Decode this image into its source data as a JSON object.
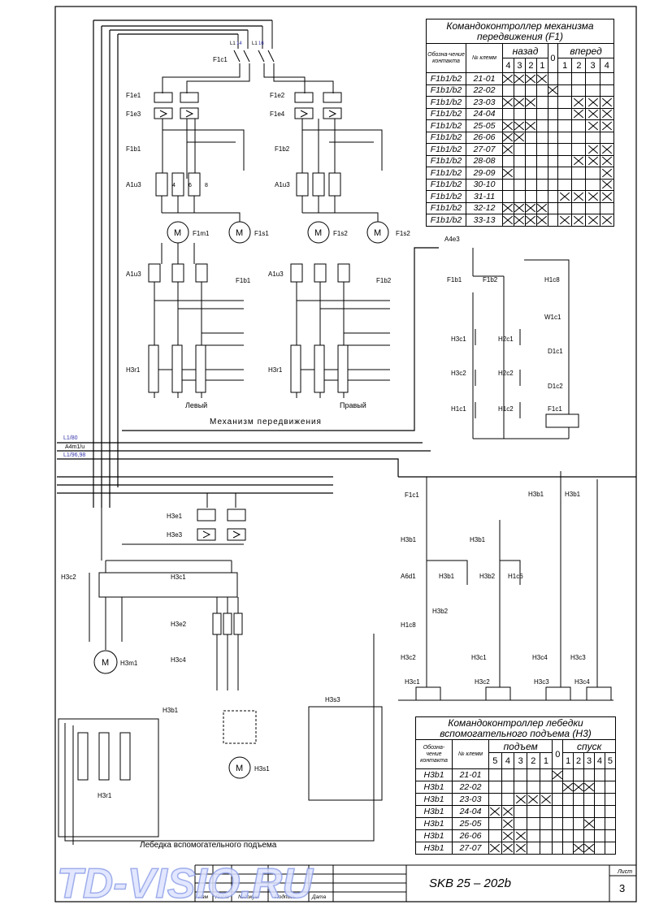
{
  "drive_table": {
    "title": "Командоконтроллер механизма передвижения (F1)",
    "col_designation": "Обозна-чение контакта",
    "col_terminal": "№ клемм",
    "group_back": "назад",
    "group_forward": "вперед",
    "positions": [
      "4",
      "3",
      "2",
      "1",
      "0",
      "1",
      "2",
      "3",
      "4"
    ],
    "rows": [
      {
        "name": "F1b1/b2",
        "num": "21-01",
        "marks": [
          1,
          1,
          1,
          1,
          0,
          0,
          0,
          0,
          0
        ]
      },
      {
        "name": "F1b1/b2",
        "num": "22-02",
        "marks": [
          0,
          0,
          0,
          0,
          1,
          0,
          0,
          0,
          0
        ]
      },
      {
        "name": "F1b1/b2",
        "num": "23-03",
        "marks": [
          1,
          1,
          1,
          0,
          0,
          0,
          1,
          1,
          1
        ]
      },
      {
        "name": "F1b1/b2",
        "num": "24-04",
        "marks": [
          0,
          0,
          0,
          0,
          0,
          0,
          1,
          1,
          1
        ]
      },
      {
        "name": "F1b1/b2",
        "num": "25-05",
        "marks": [
          1,
          1,
          1,
          0,
          0,
          0,
          0,
          1,
          1
        ]
      },
      {
        "name": "F1b1/b2",
        "num": "26-06",
        "marks": [
          1,
          1,
          0,
          0,
          0,
          0,
          0,
          0,
          0
        ]
      },
      {
        "name": "F1b1/b2",
        "num": "27-07",
        "marks": [
          1,
          0,
          0,
          0,
          0,
          0,
          0,
          1,
          1
        ]
      },
      {
        "name": "F1b1/b2",
        "num": "28-08",
        "marks": [
          0,
          0,
          0,
          0,
          0,
          0,
          1,
          1,
          1
        ]
      },
      {
        "name": "F1b1/b2",
        "num": "29-09",
        "marks": [
          1,
          0,
          0,
          0,
          0,
          0,
          0,
          0,
          1
        ]
      },
      {
        "name": "F1b1/b2",
        "num": "30-10",
        "marks": [
          0,
          0,
          0,
          0,
          0,
          0,
          0,
          0,
          1
        ]
      },
      {
        "name": "F1b1/b2",
        "num": "31-11",
        "marks": [
          0,
          0,
          0,
          0,
          0,
          1,
          1,
          1,
          1
        ]
      },
      {
        "name": "F1b1/b2",
        "num": "32-12",
        "marks": [
          1,
          1,
          1,
          1,
          0,
          0,
          0,
          0,
          0
        ]
      },
      {
        "name": "F1b1/b2",
        "num": "33-13",
        "marks": [
          1,
          1,
          1,
          1,
          0,
          1,
          1,
          1,
          1
        ]
      }
    ]
  },
  "hoist_table": {
    "title": "Командоконтроллер лебедки вспомогательного подъема (H3)",
    "col_designation": "Обозна-чение контакта",
    "col_terminal": "№ клемм",
    "group_up": "подъем",
    "group_down": "спуск",
    "positions": [
      "5",
      "4",
      "3",
      "2",
      "1",
      "0",
      "1",
      "2",
      "3",
      "4",
      "5"
    ],
    "rows": [
      {
        "name": "H3b1",
        "num": "21-01",
        "marks": [
          0,
          0,
          0,
          0,
          0,
          1,
          0,
          0,
          0,
          0,
          0
        ]
      },
      {
        "name": "H3b1",
        "num": "22-02",
        "marks": [
          0,
          0,
          0,
          0,
          0,
          0,
          1,
          1,
          1,
          0,
          0
        ]
      },
      {
        "name": "H3b1",
        "num": "23-03",
        "marks": [
          0,
          0,
          1,
          1,
          1,
          0,
          0,
          0,
          0,
          0,
          0
        ]
      },
      {
        "name": "H3b1",
        "num": "24-04",
        "marks": [
          1,
          1,
          0,
          0,
          0,
          0,
          0,
          0,
          0,
          0,
          0
        ]
      },
      {
        "name": "H3b1",
        "num": "25-05",
        "marks": [
          0,
          1,
          0,
          0,
          0,
          0,
          0,
          0,
          1,
          0,
          0
        ]
      },
      {
        "name": "H3b1",
        "num": "26-06",
        "marks": [
          0,
          1,
          1,
          0,
          0,
          0,
          0,
          0,
          0,
          0,
          0
        ]
      },
      {
        "name": "H3b1",
        "num": "27-07",
        "marks": [
          1,
          1,
          1,
          0,
          0,
          0,
          0,
          1,
          1,
          0,
          0
        ]
      }
    ]
  },
  "captions": {
    "left": "Левый",
    "right": "Правый",
    "mechanism": "Механизм передвижения",
    "hoist": "Лебедка вспомогательного подъема"
  },
  "bus_labels": {
    "l1_80": "L1/80",
    "a4m1": "A4m1/u",
    "l1_96": "L1/96,98"
  },
  "stamp": {
    "title": "SKB  25 – 202b",
    "sheet_label": "Лист",
    "sheet_no": "3",
    "cols": [
      "Изм",
      "Лист",
      "№докум",
      "Подпись",
      "Дата"
    ]
  },
  "watermark": "TD-VISIO.RU",
  "labels": {
    "f1c1": "F1c1",
    "l1_14": "L1",
    "n14": "14",
    "l1_16": "L1",
    "n16": "16",
    "f1e1": "F1e1",
    "f1e3": "F1e3",
    "f1e2": "F1e2",
    "f1e4": "F1e4",
    "f1b1": "F1b1",
    "f1b2": "F1b2",
    "a1u3": "A1u3",
    "f1m1": "F1m1",
    "f1s1": "F1s1",
    "f1s2": "F1s2",
    "h3r1": "H3r1",
    "a4e3": "A4e3",
    "h1c8": "H1c8",
    "w1c1": "W1c1",
    "d1c1": "D1c1",
    "d1c2": "D1c2",
    "h3c1": "H3c1",
    "h3c2": "H3c2",
    "h2c1": "H2c1",
    "h2c2": "H2c2",
    "h1c1": "H1c1",
    "h1c2": "H1c2",
    "h3e1": "H3e1",
    "h3e3": "H3e3",
    "h3e2": "H3e2",
    "h3c4": "H3c4",
    "h3m1": "H3m1",
    "h3b1": "H3b1",
    "h3s3": "H3s3",
    "h3s1": "H3s1",
    "a6d1": "A6d1",
    "h3b2": "H3b2",
    "h1c6": "H1c6",
    "h3c3": "H3c3",
    "motor": "M"
  }
}
